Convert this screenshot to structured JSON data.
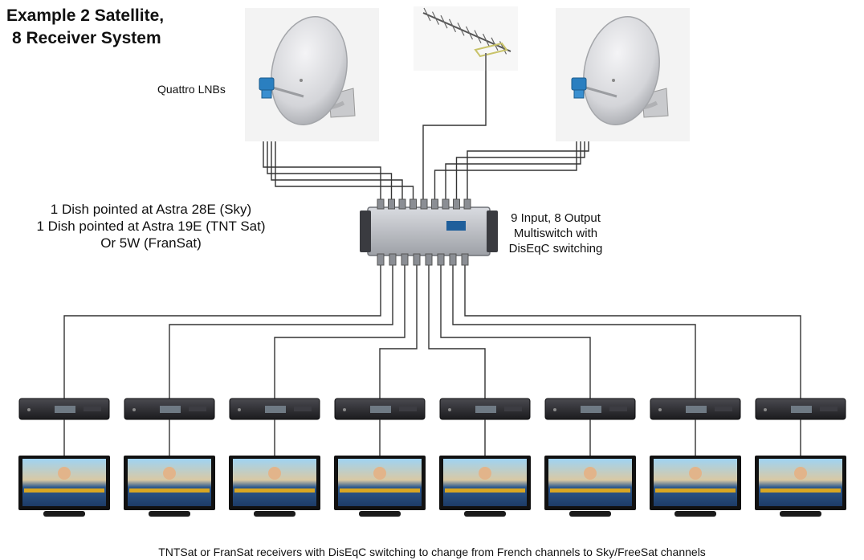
{
  "title": {
    "line1": "Example 2 Satellite,",
    "line2": "8 Receiver System"
  },
  "labels": {
    "lnb": "Quattro LNBs",
    "dish_info": [
      "1 Dish pointed at Astra 28E (Sky)",
      "1 Dish pointed at Astra 19E (TNT Sat)",
      "Or 5W (FranSat)"
    ],
    "switch_info": [
      "9 Input, 8 Output",
      "Multiswitch with",
      "DisEqC switching"
    ],
    "footer": "TNTSat or FranSat receivers with DisEqC switching to change from French channels to Sky/FreeSat channels"
  },
  "components": {
    "dishes": 2,
    "receivers": 8,
    "tvs": 8,
    "multiswitch_inputs": 9,
    "multiswitch_outputs": 8
  },
  "colors": {
    "cable": "#333333",
    "dish": "#d8d8dc",
    "lnb": "#2a7fc0",
    "receiver": "#2a2a2e",
    "switch_body": "#b9bcc2",
    "tv_bezel": "#111111"
  }
}
